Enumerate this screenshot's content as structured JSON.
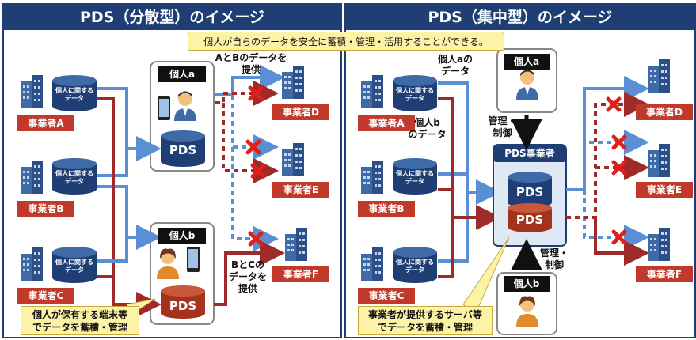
{
  "left_panel": {
    "title": "PDS（分散型）のイメージ",
    "operators": [
      "事業者A",
      "事業者B",
      "事業者C"
    ],
    "db_label": "個人に関する\nデータ",
    "individual_a": "個人a",
    "individual_b": "個人b",
    "pds": "PDS",
    "arrow_label_top": "AとBのデータを\n提供",
    "arrow_label_bottom": "BとCの\nデータを\n提供",
    "targets": [
      "事業者D",
      "事業者E",
      "事業者F"
    ],
    "note": "個人が保有する端末等\nでデータを蓄積・管理"
  },
  "right_panel": {
    "title": "PDS（集中型）のイメージ",
    "operators": [
      "事業者A",
      "事業者B",
      "事業者C"
    ],
    "db_label": "個人に関する\nデータ",
    "individual_a": "個人a",
    "individual_b": "個人b",
    "label_a_data": "個人aの\nデータ",
    "label_b_data": "個人b\nのデータ",
    "manage_label_top": "管理・\n制御",
    "manage_label_bottom": "管理・\n制御",
    "pds_operator": "PDS事業者",
    "pds": "PDS",
    "targets": [
      "事業者D",
      "事業者E",
      "事業者F"
    ],
    "note": "事業者が提供するサーバ等\nでデータを蓄積・管理"
  },
  "banner": "個人が自らのデータを安全に蓄積・管理・活用することができる。",
  "colors": {
    "navy": "#1f3f74",
    "red": "#c0392b",
    "blue_arrow": "#5b8fd4",
    "dark_red_arrow": "#9e2a2a",
    "note_fill": "#fdf3a7"
  }
}
